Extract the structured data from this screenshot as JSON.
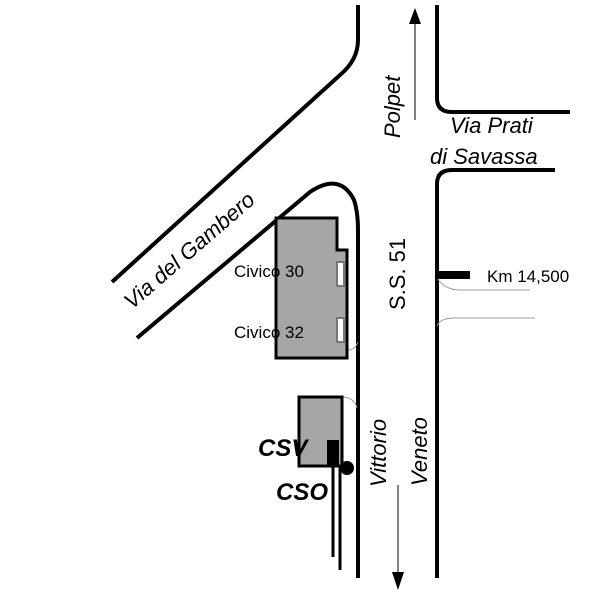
{
  "roads": {
    "polpet": "Polpet",
    "via_prati_line1": "Via Prati",
    "via_prati_line2": "di Savassa",
    "via_del_gambero": "Via del Gambero",
    "ss51": "S.S. 51",
    "vittorio": "Vittorio",
    "veneto": "Veneto"
  },
  "markers": {
    "km": "Km 14,500",
    "civico30": "Civico 30",
    "civico32": "Civico 32",
    "csv": "CSV",
    "cso": "CSO"
  },
  "colors": {
    "building": "#a6a6a6",
    "line": "#000000",
    "thin": "#999999"
  }
}
